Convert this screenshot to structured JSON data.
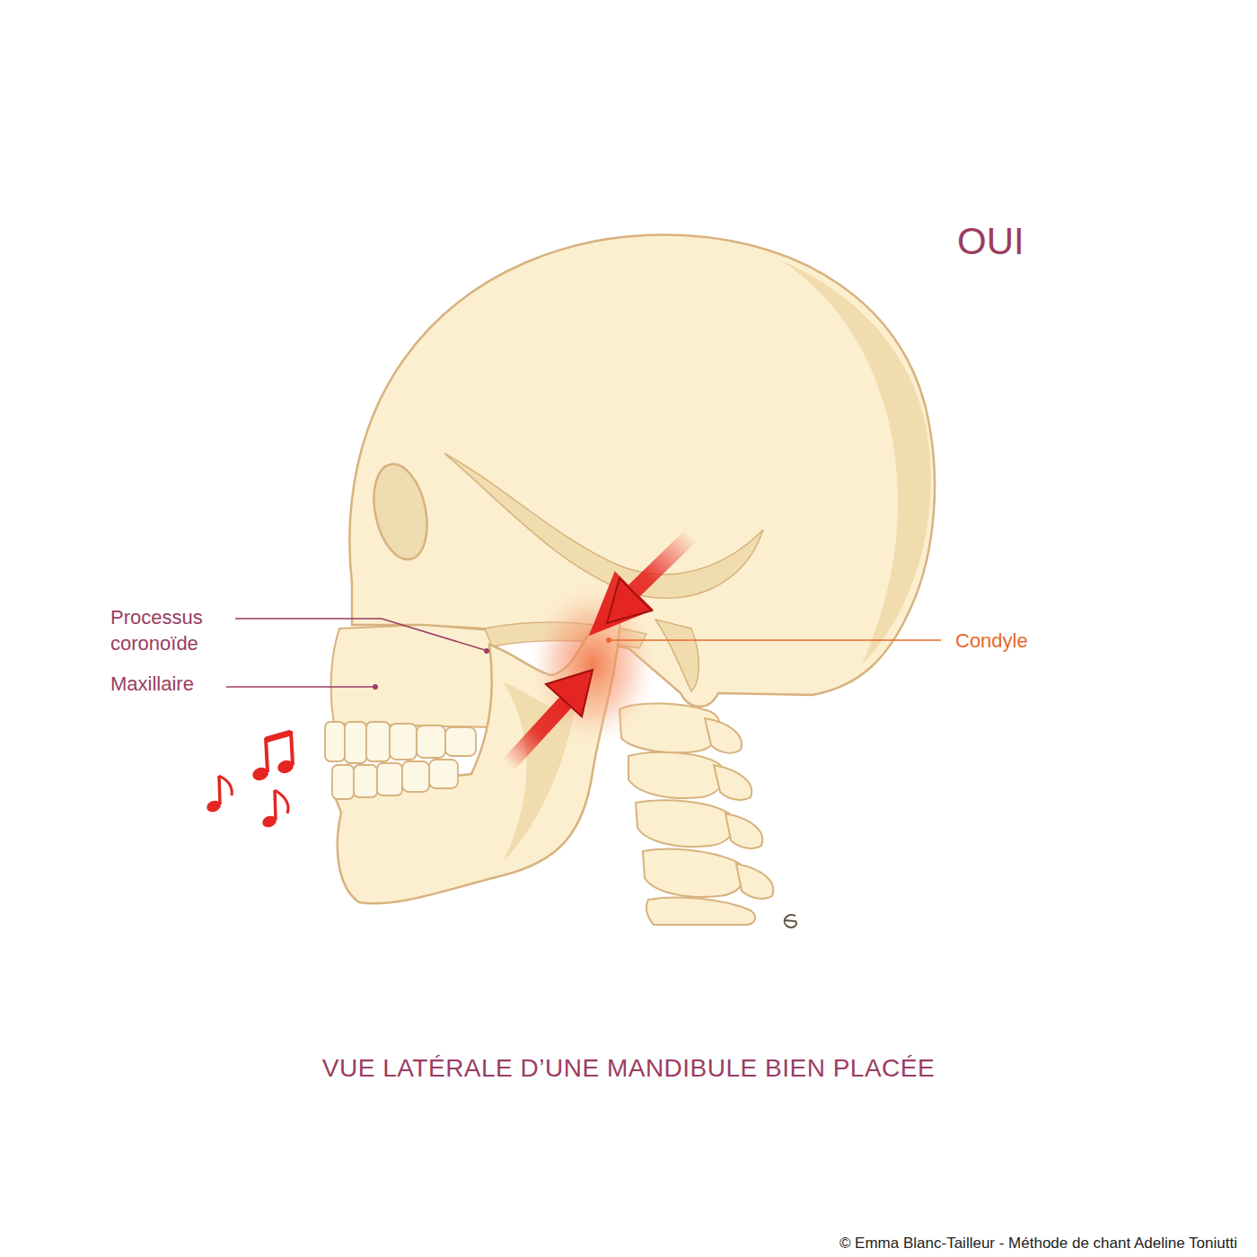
{
  "diagram": {
    "caption": "VUE LATÉRALE D’UNE MANDIBULE BIEN PLACÉE",
    "labels": [
      "OUI",
      "Processus coronoïde",
      "Maxillaire",
      "Condyle",
      "© Emma Blanc-Tailleur - Méthode de chant Adeline Toniutti"
    ]
  }
}
